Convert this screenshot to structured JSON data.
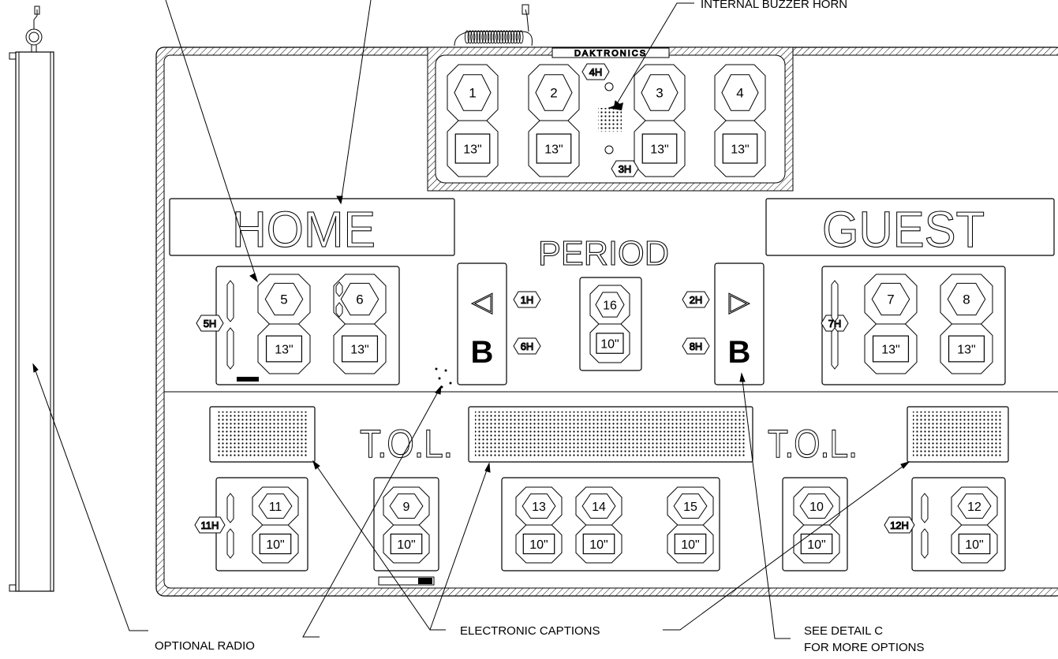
{
  "callouts": {
    "internal_buzzer_horn": "INTERNAL BUZZER HORN",
    "optional_radio": "OPTIONAL RADIO",
    "electronic_captions": "ELECTRONIC CAPTIONS",
    "see_detail_c_line1": "SEE DETAIL C",
    "see_detail_c_line2": "FOR MORE OPTIONS"
  },
  "brand": "DAKTRONICS",
  "captions": {
    "home": "HOME",
    "guest": "GUEST",
    "period": "PERIOD",
    "tol_left": "T.O.L.",
    "tol_right": "T.O.L."
  },
  "possession": {
    "left_arrow": "◁",
    "right_arrow": "▷",
    "left_b": "B",
    "right_b": "B"
  },
  "digits": [
    {
      "id": "d1",
      "number": "1",
      "size": "13\""
    },
    {
      "id": "d2",
      "number": "2",
      "size": "13\""
    },
    {
      "id": "d3",
      "number": "3",
      "size": "13\""
    },
    {
      "id": "d4",
      "number": "4",
      "size": "13\""
    },
    {
      "id": "d5",
      "number": "5",
      "size": "13\""
    },
    {
      "id": "d6",
      "number": "6",
      "size": "13\""
    },
    {
      "id": "d7",
      "number": "7",
      "size": "13\""
    },
    {
      "id": "d8",
      "number": "8",
      "size": "13\""
    },
    {
      "id": "d16",
      "number": "16",
      "size": "10\""
    },
    {
      "id": "d9",
      "number": "9",
      "size": "10\""
    },
    {
      "id": "d10",
      "number": "10",
      "size": "10\""
    },
    {
      "id": "d11",
      "number": "11",
      "size": "10\""
    },
    {
      "id": "d12",
      "number": "12",
      "size": "10\""
    },
    {
      "id": "d13",
      "number": "13",
      "size": "10\""
    },
    {
      "id": "d14",
      "number": "14",
      "size": "10\""
    },
    {
      "id": "d15",
      "number": "15",
      "size": "10\""
    }
  ],
  "indicators": {
    "h1": "1H",
    "h2": "2H",
    "h3": "3H",
    "h4": "4H",
    "h5": "5H",
    "h6": "6H",
    "h7": "7H",
    "h8": "8H",
    "h11": "11H",
    "h12": "12H"
  }
}
